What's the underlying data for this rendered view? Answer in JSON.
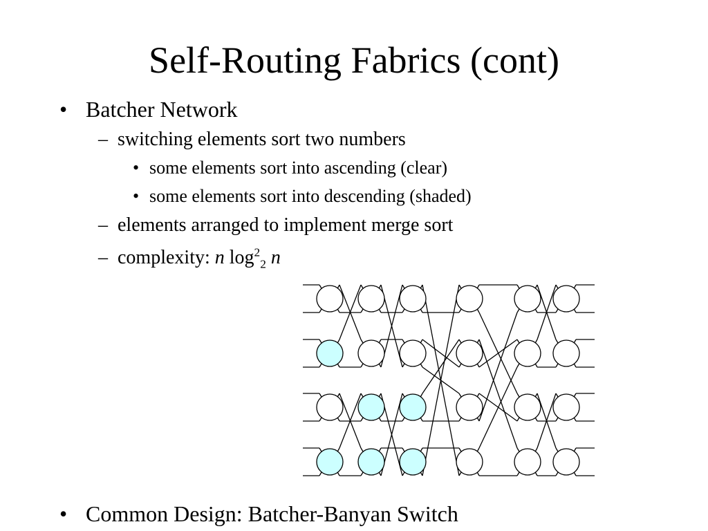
{
  "slide": {
    "title": "Self-Routing Fabrics (cont)",
    "bullet_marker": "•",
    "sub_marker": "–",
    "items": [
      {
        "text": "Batcher Network"
      },
      {
        "text": "switching elements sort two numbers"
      },
      {
        "text": "some elements sort into ascending (clear)"
      },
      {
        "text": "some elements sort into descending (shaded)"
      },
      {
        "text": "elements arranged to implement merge sort"
      },
      {
        "prefix": "complexity: ",
        "var_n": "n",
        "log": " log",
        "sup": "2",
        "sub": "2",
        "var_n2": "n"
      },
      {
        "text": "Common Design: Batcher-Banyan Switch"
      }
    ]
  },
  "diagram": {
    "colors": {
      "clear": "#ffffff",
      "shaded": "#ccffff",
      "stroke": "#000000"
    },
    "shaded_elements": [
      {
        "stage": 1,
        "row": 2
      },
      {
        "stage": 1,
        "row": 4
      },
      {
        "stage": 2,
        "row": 3
      },
      {
        "stage": 2,
        "row": 4
      },
      {
        "stage": 3,
        "row": 3
      },
      {
        "stage": 3,
        "row": 4
      }
    ]
  }
}
